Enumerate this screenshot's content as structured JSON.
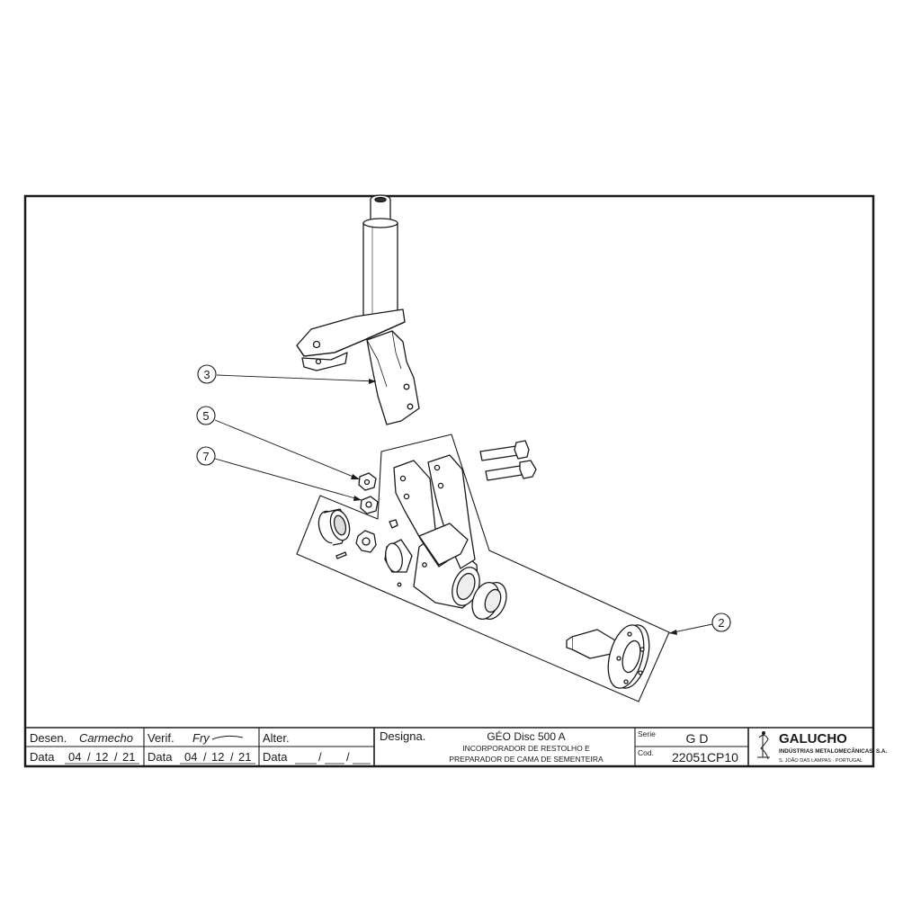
{
  "callouts": [
    {
      "id": "c3",
      "label": "3"
    },
    {
      "id": "c5",
      "label": "5"
    },
    {
      "id": "c7",
      "label": "7"
    },
    {
      "id": "c2",
      "label": "2"
    }
  ],
  "title_block": {
    "desen_label": "Desen.",
    "desen_signature": "Carmecho",
    "verif_label": "Verif.",
    "verif_signature": "Fry",
    "alter_label": "Alter.",
    "designa_label": "Designa.",
    "data_label": "Data",
    "desen_date": {
      "d": "04",
      "m": "12",
      "y": "21"
    },
    "verif_date": {
      "d": "04",
      "m": "12",
      "y": "21"
    },
    "alter_date": {
      "d": "",
      "m": "",
      "y": ""
    },
    "product_name": "GÉO Disc 500 A",
    "description_line1": "INCORPORADOR DE RESTOLHO E",
    "description_line2": "PREPARADOR DE CAMA DE SEMENTEIRA",
    "serie_label": "Serie",
    "serie_value": "G D",
    "cod_label": "Cod.",
    "cod_value": "22051CP10",
    "company_name": "GALUCHO",
    "company_sub": "INDÚSTRIAS METALOMECÂNICAS, S.A.",
    "company_location": "S. JOÃO DAS LAMPAS  ·  PORTUGAL"
  }
}
